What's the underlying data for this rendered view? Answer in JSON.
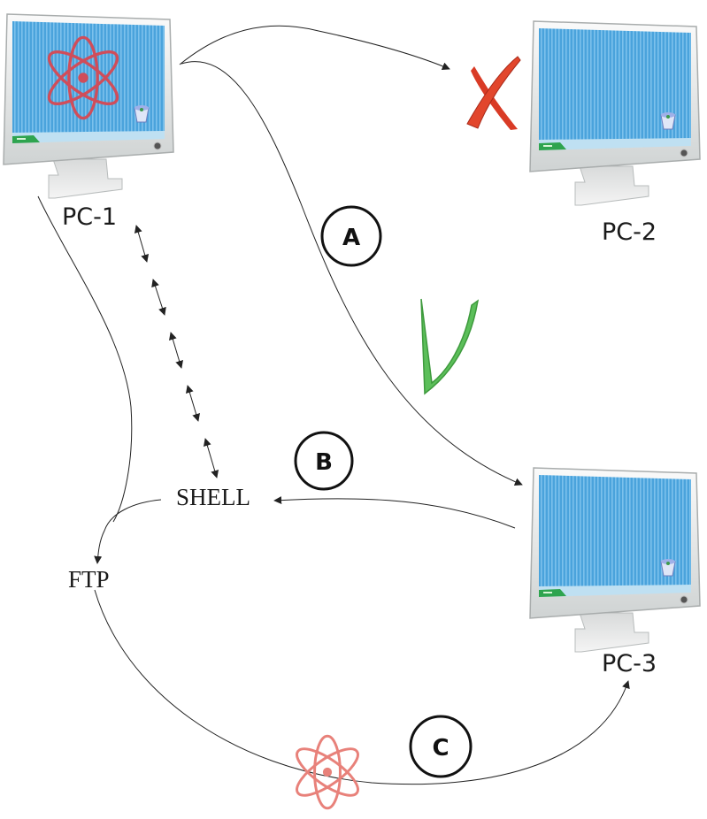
{
  "computers": [
    {
      "id": "pc1",
      "label": "PC-1",
      "has_atom_wallpaper": true
    },
    {
      "id": "pc2",
      "label": "PC-2",
      "has_atom_wallpaper": false
    },
    {
      "id": "pc3",
      "label": "PC-3",
      "has_atom_wallpaper": false
    }
  ],
  "nodes": {
    "shell": "SHELL",
    "ftp": "FTP"
  },
  "steps": {
    "a": "A",
    "b": "B",
    "c": "C"
  },
  "marks": {
    "fail_icon": "red-x",
    "success_icon": "green-check"
  },
  "colors": {
    "screen": "#4aa3dc",
    "screen_stripe": "#6cb8e8",
    "bezel": "#eef0f0",
    "taskbar_start": "#2ea44f",
    "atom": "#d04d5a",
    "atom_light": "#e8817a",
    "fail": "#d93b26",
    "success": "#5cbf5a",
    "line": "#222222"
  }
}
